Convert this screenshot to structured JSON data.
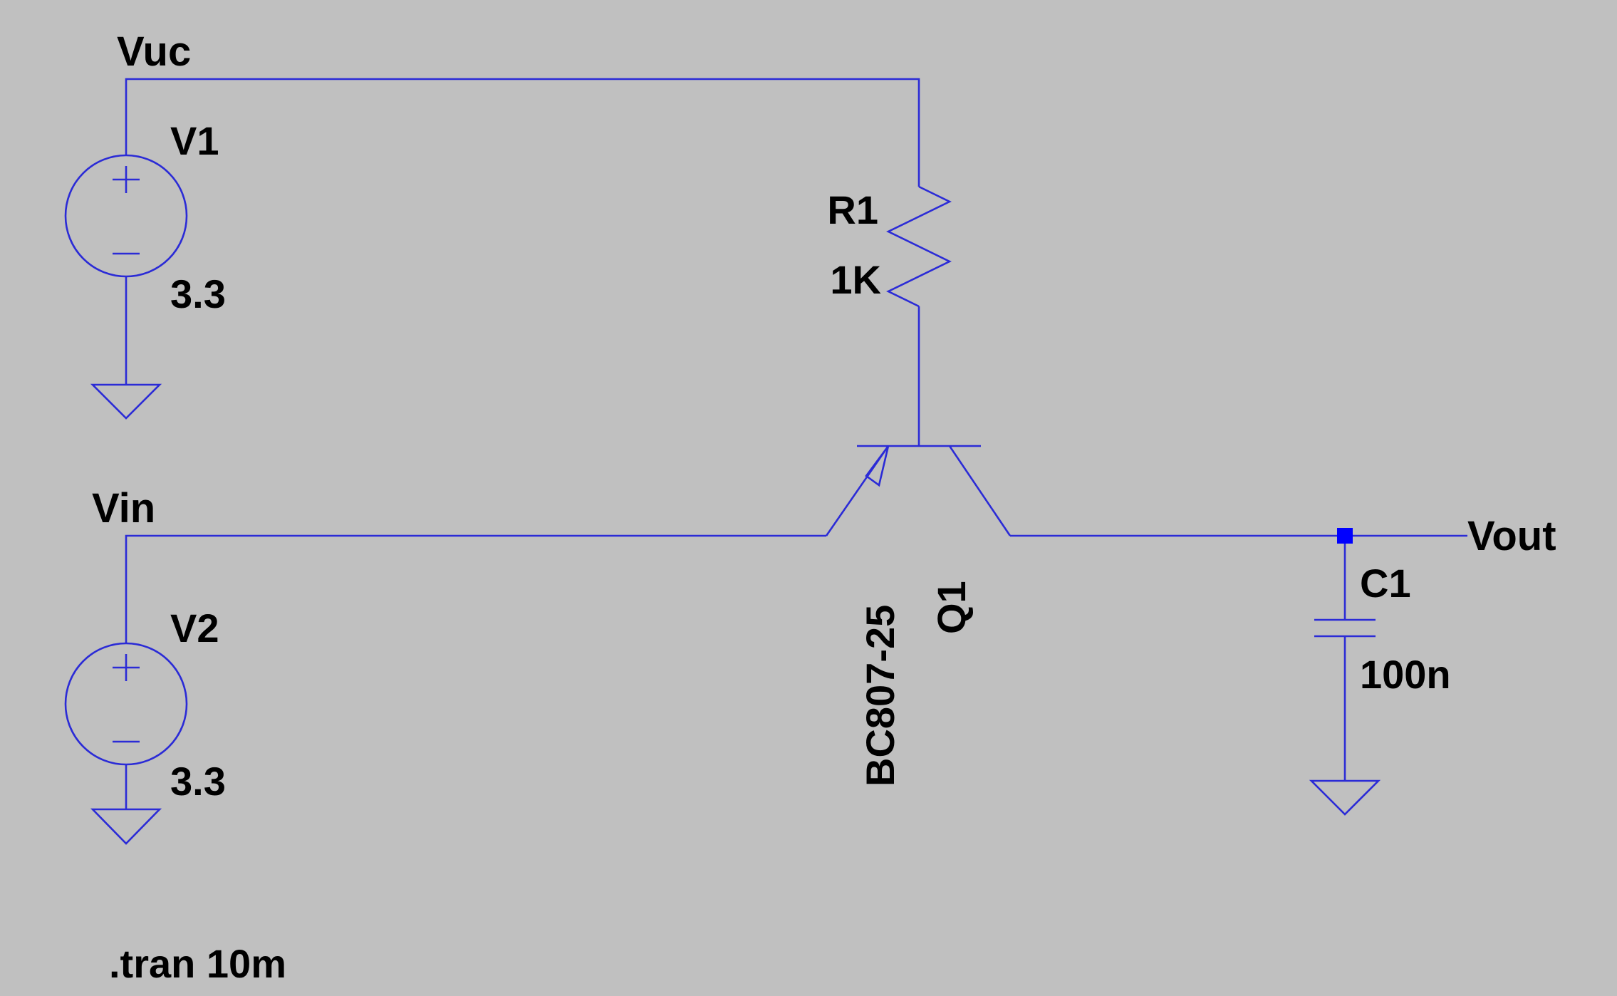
{
  "colors": {
    "background": "#c0c0c0",
    "wire": "#2b2bd6",
    "junction": "#0000ff",
    "text": "#000000"
  },
  "nets": {
    "vcc": "Vuc",
    "vin": "Vin",
    "vout": "Vout"
  },
  "components": {
    "v1": {
      "name": "V1",
      "value": "3.3"
    },
    "v2": {
      "name": "V2",
      "value": "3.3"
    },
    "r1": {
      "name": "R1",
      "value": "1K"
    },
    "q1": {
      "name": "Q1",
      "model": "BC807-25"
    },
    "c1": {
      "name": "C1",
      "value": "100n"
    }
  },
  "directive": ".tran 10m"
}
